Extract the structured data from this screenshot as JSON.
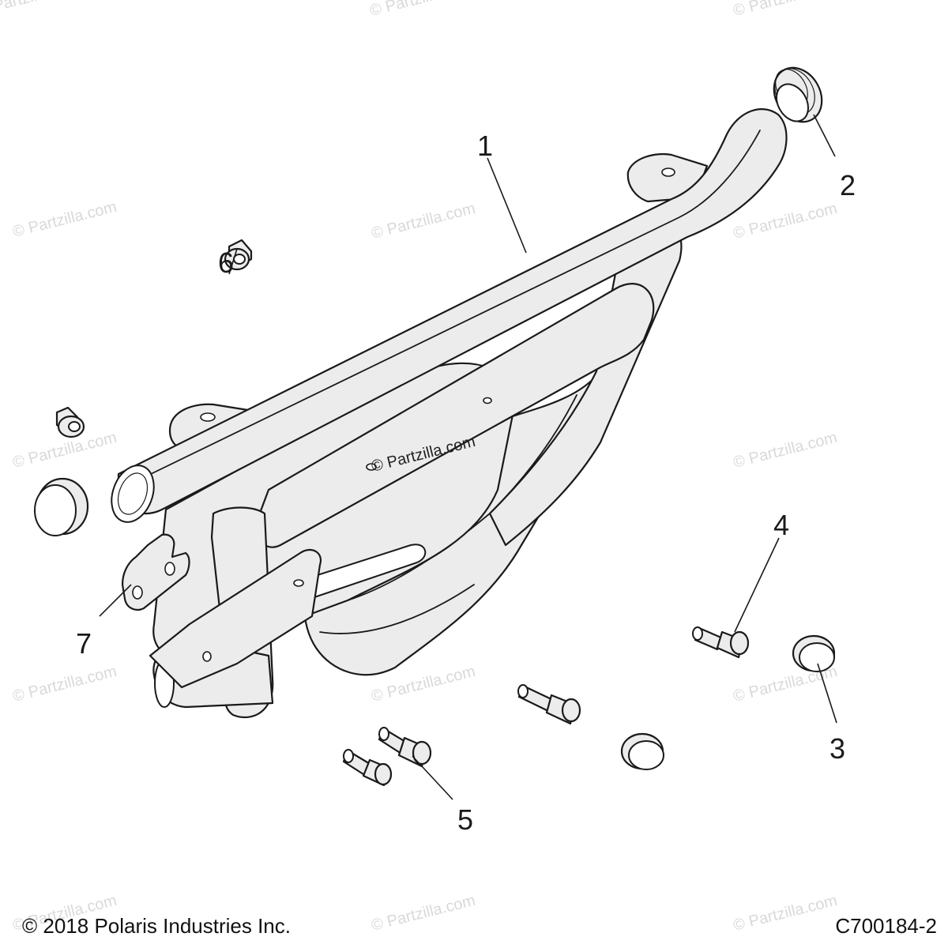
{
  "callouts": [
    "1",
    "2",
    "3",
    "4",
    "5",
    "6",
    "7"
  ],
  "watermark": "© Partzilla.com",
  "footer": {
    "copyright": "© 2018 Polaris Industries Inc.",
    "diagram_code": "C700184-2"
  },
  "parts": [
    {
      "callout": "1",
      "icon": "bumper-frame-icon"
    },
    {
      "callout": "2",
      "icon": "tube-end-cap-icon"
    },
    {
      "callout": "3",
      "icon": "end-plug-icon"
    },
    {
      "callout": "4",
      "icon": "flange-bolt-icon"
    },
    {
      "callout": "5",
      "icon": "flange-bolt-icon"
    },
    {
      "callout": "6",
      "icon": "flange-nut-icon"
    },
    {
      "callout": "7",
      "icon": "mounting-bracket-icon"
    }
  ]
}
